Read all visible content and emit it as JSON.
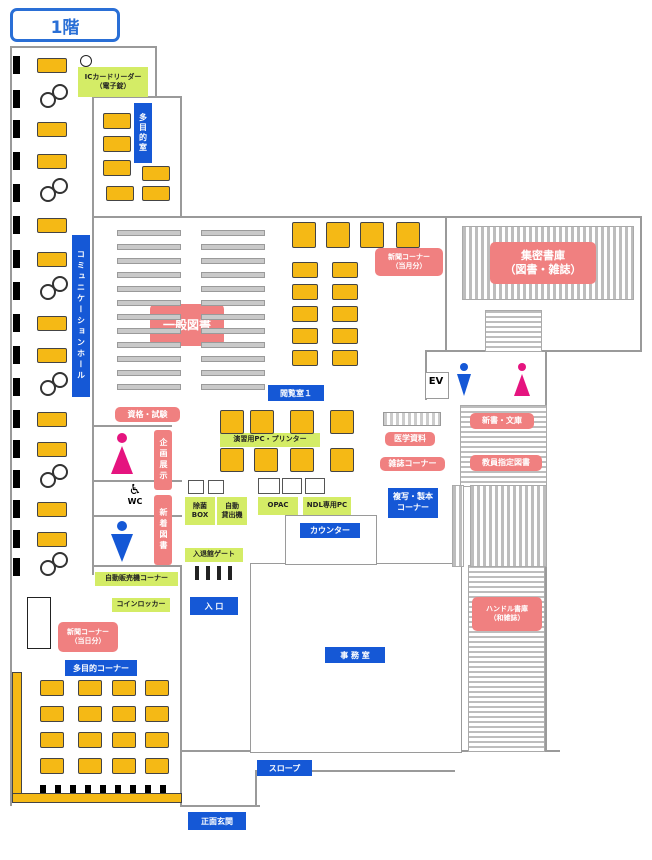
{
  "floor": "1階",
  "labels": {
    "ic_reader": "ICカードリーダー\n（電子錠）",
    "multipurpose_room": "多目的室",
    "communication_hall": "コミュニケーションホール",
    "general_books": "一般図書",
    "reading_room_1": "閲覧室１",
    "newspaper_corner_month": "新聞コーナー\n（当月分）",
    "closed_stacks": "集密書庫\n（図書・雑誌）",
    "qualifications": "資格・試験",
    "exhibition": "企画展示",
    "new_books": "新着図書",
    "practice_pc": "演習用PC・プリンター",
    "medical_materials": "医学資料",
    "magazine_corner": "雑誌コーナー",
    "new_paperbacks": "新書・文庫",
    "textbooks": "教員指定図書",
    "copy_bookbinding": "複写・製本\nコーナー",
    "sterilization_box": "除菌\nBOX",
    "auto_lending": "自動\n貸出機",
    "opac": "OPAC",
    "ndl_pc": "NDL専用PC",
    "counter": "カウンター",
    "entry_gate": "入退館ゲート",
    "vending_corner": "自動販売機コーナー",
    "coin_locker": "コインロッカー",
    "entrance": "入 口",
    "office": "事 務 室",
    "newspaper_corner_day": "新聞コーナー\n（当日分）",
    "multipurpose_corner": "多目的コーナー",
    "handle_stacks": "ハンドル書庫\n（和雑誌）",
    "slope": "スロープ",
    "main_entrance": "正面玄関",
    "ev": "EV",
    "wc": "WC"
  },
  "colors": {
    "accent_blue": "#1558d6",
    "pink": "#f08080",
    "green": "#d4ec66",
    "table_yellow": "#f5b915"
  }
}
